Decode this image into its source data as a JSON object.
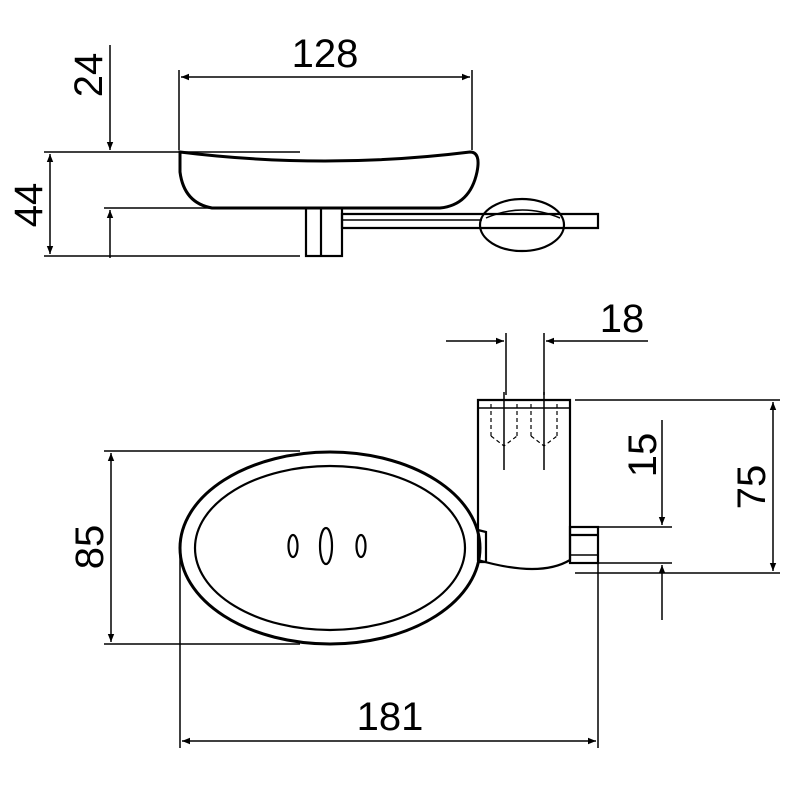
{
  "dimensions": {
    "top_width": "128",
    "top_height_upper": "24",
    "top_height_total": "44",
    "mount_width": "18",
    "mount_height": "75",
    "arm_height": "15",
    "dish_height": "85",
    "overall_width": "181"
  }
}
